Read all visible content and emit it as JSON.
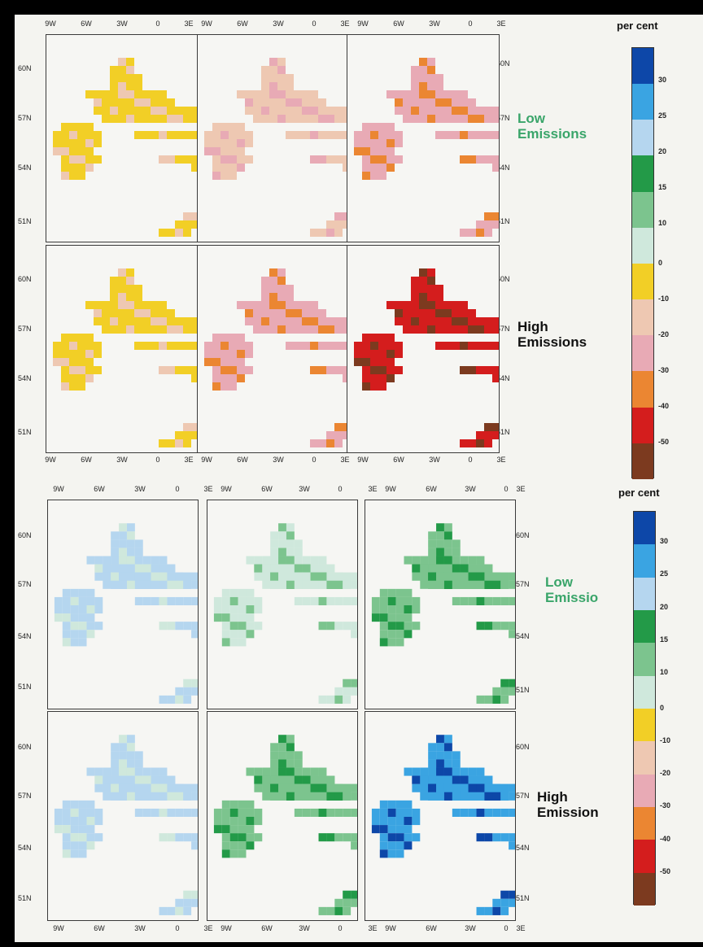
{
  "legend": {
    "unit_label": "per cent",
    "tick_labels": [
      "30",
      "25",
      "20",
      "15",
      "10",
      "0",
      "-10",
      "-20",
      "-30",
      "-40",
      "-50"
    ],
    "colors": [
      "#0d47a8",
      "#3aa4e2",
      "#b5d6ef",
      "#239a48",
      "#7cc48e",
      "#cfe8dc",
      "#f2cf26",
      "#eec8b2",
      "#e8aab5",
      "#eb8632",
      "#d41d1d",
      "#7c3a1f"
    ]
  },
  "axes": {
    "lon_labels": [
      "9W",
      "6W",
      "3W",
      "0",
      "3E"
    ],
    "lat_labels": [
      "60N",
      "57N",
      "54N",
      "51N"
    ]
  },
  "figures": [
    {
      "rows": [
        {
          "scenario_label": "Low Emissions",
          "panel_classes": [
            [
              6,
              7
            ],
            [
              7,
              8
            ],
            [
              8,
              9
            ]
          ]
        },
        {
          "scenario_label": "High Emissions",
          "panel_classes": [
            [
              6,
              7
            ],
            [
              8,
              9
            ],
            [
              10,
              11
            ]
          ]
        }
      ]
    },
    {
      "rows": [
        {
          "scenario_label": "Low Emissio",
          "panel_classes": [
            [
              2,
              5
            ],
            [
              5,
              4
            ],
            [
              4,
              3
            ]
          ]
        },
        {
          "scenario_label": "High Emission",
          "panel_classes": [
            [
              2,
              5
            ],
            [
              4,
              3
            ],
            [
              1,
              0
            ]
          ]
        }
      ]
    }
  ]
}
